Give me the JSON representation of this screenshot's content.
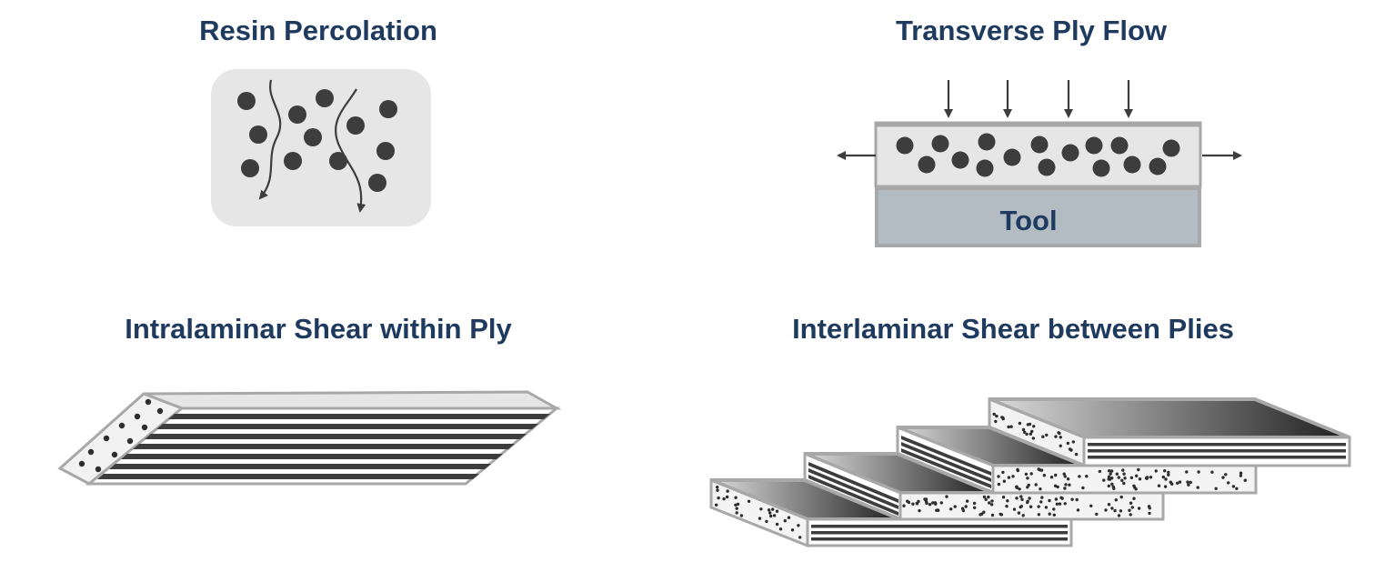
{
  "panels": [
    {
      "id": "resin-percolation",
      "title": "Resin Percolation"
    },
    {
      "id": "transverse-ply-flow",
      "title": "Transverse Ply Flow",
      "tool_label": "Tool"
    },
    {
      "id": "intralaminar-shear",
      "title": "Intralaminar Shear within Ply"
    },
    {
      "id": "interlaminar-shear",
      "title": "Interlaminar Shear between Plies"
    }
  ],
  "colors": {
    "title": "#1f3a5f",
    "fiber": "#3d3d3d",
    "resin_bg": "#e6e6e6",
    "ply_border": "#a8a8a8",
    "tool_fill": "#b3bcc3"
  }
}
